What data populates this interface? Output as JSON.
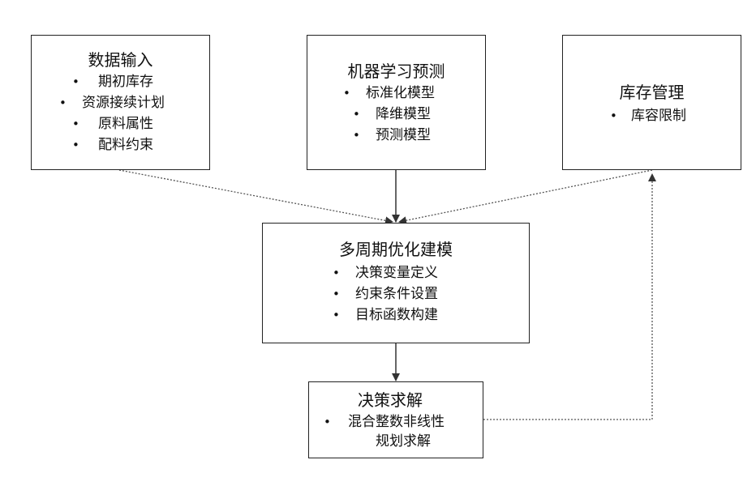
{
  "boxes": {
    "data_input": {
      "title": "数据输入",
      "items": [
        "期初库存",
        "资源接续计划",
        "原料属性",
        "配料约束"
      ]
    },
    "ml_prediction": {
      "title": "机器学习预测",
      "items": [
        "标准化模型",
        "降维模型",
        "预测模型"
      ]
    },
    "inventory": {
      "title": "库存管理",
      "items": [
        "库容限制"
      ]
    },
    "optimization": {
      "title": "多周期优化建模",
      "items": [
        "决策变量定义",
        "约束条件设置",
        "目标函数构建"
      ]
    },
    "solve": {
      "title": "决策求解",
      "items": [
        "混合整数非线性",
        "规划求解"
      ]
    }
  },
  "bullet_symbol": "•",
  "colors": {
    "border": "#222222",
    "arrow_solid": "#333333",
    "arrow_dotted": "#555555",
    "text": "#111111"
  }
}
